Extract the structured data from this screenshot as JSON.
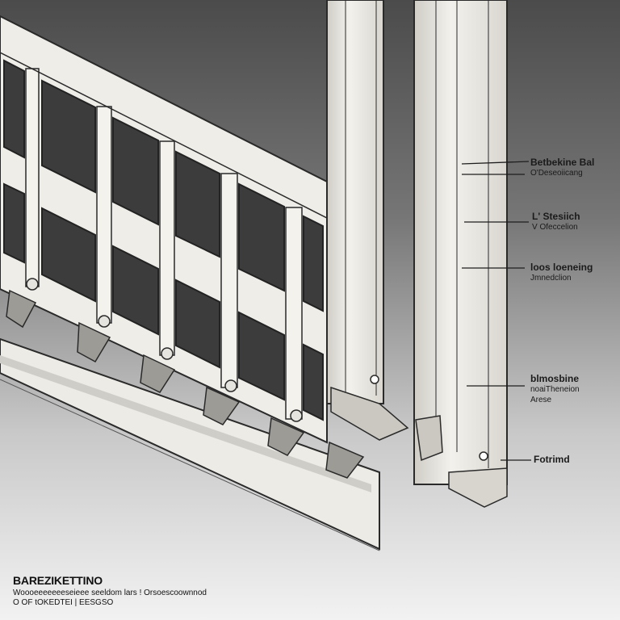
{
  "callouts": [
    {
      "line1": "Betbekine Bal",
      "line2": "O'Deseoiicang"
    },
    {
      "line1": "L' Stesiich",
      "line2": "V Ofeccelion"
    },
    {
      "line1": "loos loeneing",
      "line2": "Jmnedclion"
    },
    {
      "line1": "blmosbine",
      "line2": "noaiTheneion",
      "line3": "Arese"
    },
    {
      "line1": "Fotrimd",
      "line2": ""
    }
  ],
  "caption": {
    "title": "BAREZIKETTINO",
    "line2": "Woooeeeeeeeseieee seeldom lars ! Orsoescoownnod",
    "line3": "O OF tOKEDTEI | EESGSO"
  },
  "colors": {
    "background_dark": "#4a4a4a",
    "background_light": "#f2f2f2",
    "rail": "#ebe9e3",
    "outline": "#2a2a2a"
  }
}
